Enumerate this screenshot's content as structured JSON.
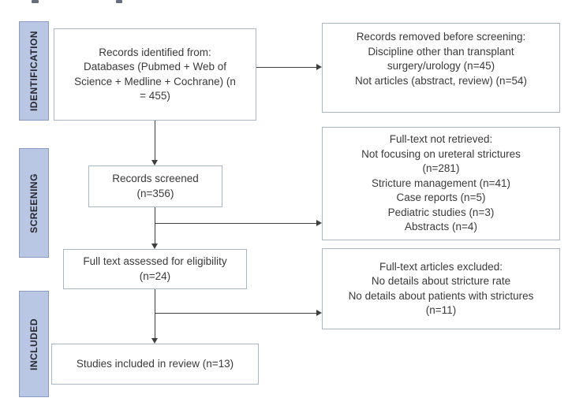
{
  "colors": {
    "stage-fill": "#b9c7e4",
    "stage-border": "#8a9cc2",
    "box-border": "#a9b6c6",
    "arrow": "#3f3f3f",
    "text": "#3a3a3a",
    "stage-text": "#26262e"
  },
  "stages": [
    {
      "label": "IDENTIFICATION"
    },
    {
      "label": "SCREENING"
    },
    {
      "label": "INCLUDED"
    }
  ],
  "boxes": {
    "records_identified": {
      "lines": [
        "Records identified from:",
        "Databases (Pubmed + Web of",
        "Science + Medline + Cochrane) (n",
        "= 455)"
      ]
    },
    "records_removed": {
      "lines": [
        "Records removed before screening:",
        "Discipline other than transplant",
        "surgery/urology (n=45)",
        "Not articles  (abstract, review) (n=54)"
      ]
    },
    "records_screened": {
      "lines": [
        "Records screened",
        "(n=356)"
      ]
    },
    "fulltext_not_retrieved": {
      "lines": [
        "Full-text not retrieved:",
        "Not focusing on ureteral strictures",
        "(n=281)",
        "Stricture management (n=41)",
        "Case reports (n=5)",
        "Pediatric studies (n=3)",
        "Abstracts (n=4)"
      ]
    },
    "fulltext_assessed": {
      "lines": [
        "Full text assessed for eligibility",
        "(n=24)"
      ]
    },
    "fulltext_excluded": {
      "lines": [
        "Full-text articles excluded:",
        "No details about stricture rate",
        "No details about patients with strictures",
        "(n=11)"
      ]
    },
    "studies_included": {
      "lines": [
        "Studies included in review (n=13)"
      ]
    }
  }
}
